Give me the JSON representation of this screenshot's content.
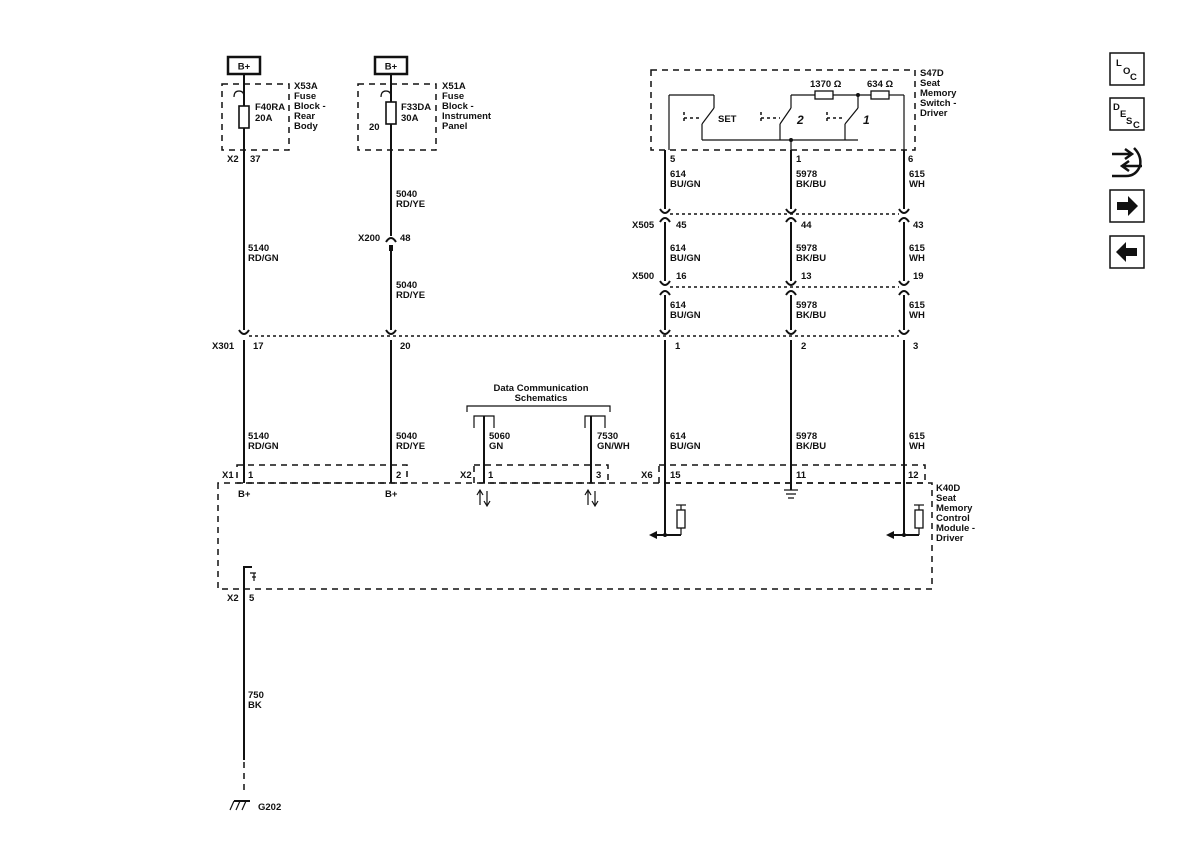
{
  "power": {
    "b_plus_1": "B+",
    "b_plus_2": "B+"
  },
  "fuse_block_rear": {
    "id": "X53A",
    "line1": "Fuse",
    "line2": "Block -",
    "line3": "Rear",
    "line4": "Body",
    "fuse_name": "F40RA",
    "fuse_amp": "20A",
    "conn": "X2",
    "pin": "37"
  },
  "fuse_block_ip": {
    "id": "X51A",
    "line1": "Fuse",
    "line2": "Block -",
    "line3": "Instrument",
    "line4": "Panel",
    "fuse_name": "F33DA",
    "fuse_amp": "30A",
    "pin": "20"
  },
  "switch": {
    "id": "S47D",
    "line1": "Seat",
    "line2": "Memory",
    "line3": "Switch -",
    "line4": "Driver",
    "set_label": "SET",
    "btn2": "2",
    "btn1": "1",
    "res1": "1370 Ω",
    "res2": "634 Ω",
    "pin_a": "5",
    "pin_b": "1",
    "pin_c": "6"
  },
  "wires": {
    "w5140": {
      "circuit": "5140",
      "color": "RD/GN"
    },
    "w5040": {
      "circuit": "5040",
      "color": "RD/YE"
    },
    "w614": {
      "circuit": "614",
      "color": "BU/GN"
    },
    "w5978": {
      "circuit": "5978",
      "color": "BK/BU"
    },
    "w615": {
      "circuit": "615",
      "color": "WH"
    },
    "w5060": {
      "circuit": "5060",
      "color": "GN"
    },
    "w7530": {
      "circuit": "7530",
      "color": "GN/WH"
    },
    "w750": {
      "circuit": "750",
      "color": "BK"
    }
  },
  "connectors": {
    "x200": {
      "id": "X200",
      "pin": "48"
    },
    "x505": {
      "id": "X505",
      "p1": "45",
      "p2": "44",
      "p3": "43"
    },
    "x500": {
      "id": "X500",
      "p1": "16",
      "p2": "13",
      "p3": "19"
    },
    "x301": {
      "id": "X301",
      "p1": "17",
      "p2": "20",
      "p3": "1",
      "p4": "2",
      "p5": "3"
    }
  },
  "data_comm": {
    "line1": "Data Communication",
    "line2": "Schematics"
  },
  "module": {
    "id": "K40D",
    "line1": "Seat",
    "line2": "Memory",
    "line3": "Control",
    "line4": "Module -",
    "line5": "Driver",
    "x1": "X1",
    "x1_p1": "1",
    "x1_p2": "2",
    "x2": "X2",
    "x2_p1": "1",
    "x2_p3": "3",
    "x6": "X6",
    "x6_p15": "15",
    "x6_p11": "11",
    "x6_p12": "12",
    "bplus_a": "B+",
    "bplus_b": "B+",
    "gnd_conn": "X2",
    "gnd_pin": "5"
  },
  "ground": {
    "id": "G202"
  },
  "nav": {
    "loc_l": "L",
    "loc_o": "O",
    "loc_c": "C",
    "desc_d": "D",
    "desc_e": "E",
    "desc_s": "S",
    "desc_c": "C"
  }
}
